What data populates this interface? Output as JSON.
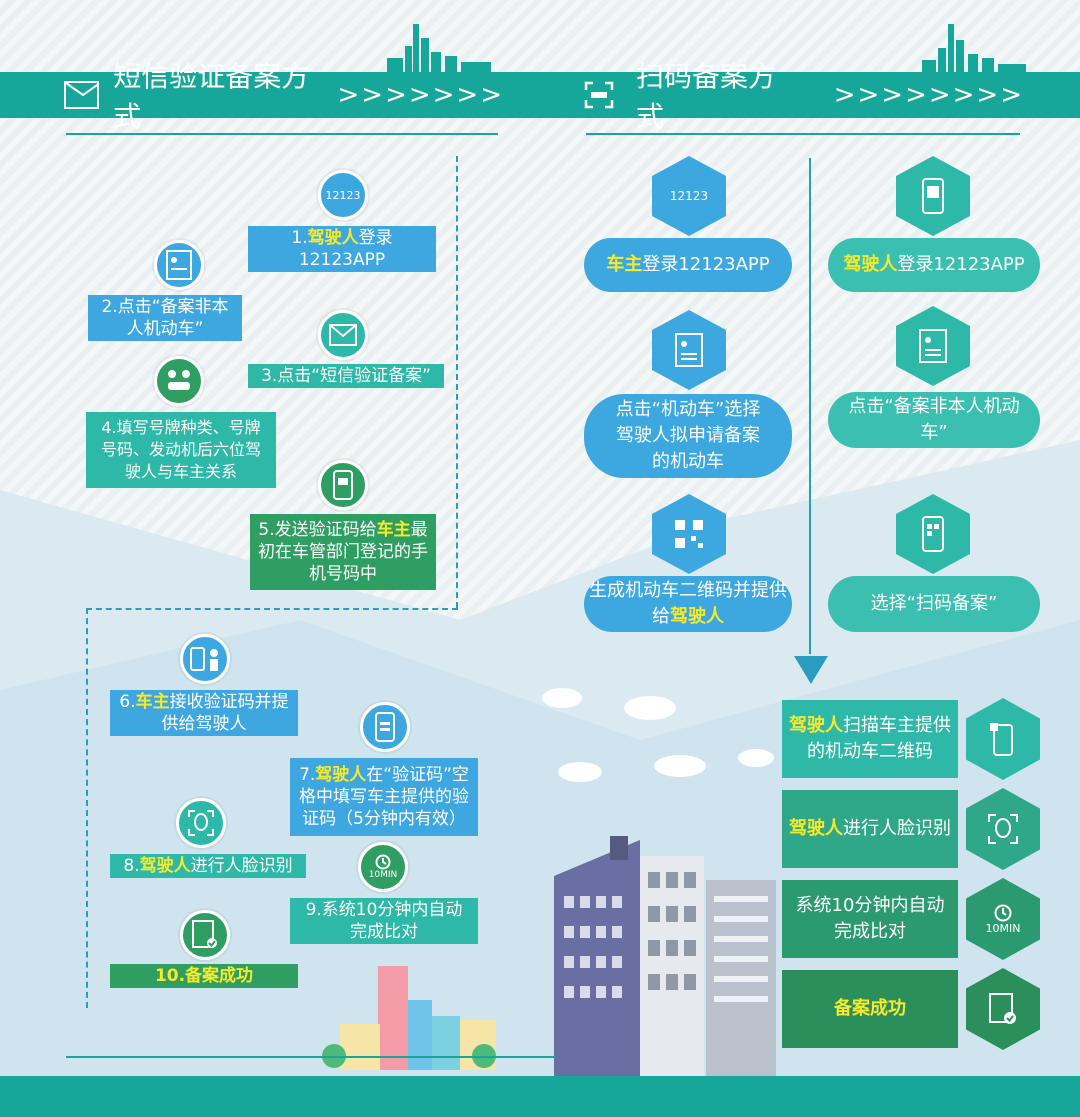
{
  "left": {
    "title": "短信验证备案方式",
    "chevrons": ">>>>>>>",
    "steps": [
      {
        "pre": "1.",
        "hl": "驾驶人",
        "post": "登录12123APP"
      },
      {
        "pre": "2.点击“备案非本人机动车”",
        "hl": "",
        "post": ""
      },
      {
        "pre": "3.点击“短信验证备案”",
        "hl": "",
        "post": ""
      },
      {
        "pre": "4.填写号牌种类、号牌号码、发动机后六位驾驶人与车主关系",
        "hl": "",
        "post": ""
      },
      {
        "pre": "5.发送验证码给",
        "hl": "车主",
        "post": "最初在车管部门登记的手机号码中"
      },
      {
        "pre": "6.",
        "hl": "车主",
        "post": "接收验证码并提供给驾驶人"
      },
      {
        "pre": "7.",
        "hl": "驾驶人",
        "post": "在“验证码”空格中填写车主提供的验证码（5分钟内有效）"
      },
      {
        "pre": "8.",
        "hl": "驾驶人",
        "post": "进行人脸识别"
      },
      {
        "pre": "9.系统10分钟内自动完成比对",
        "hl": "",
        "post": ""
      },
      {
        "pre": "",
        "hl": "10.备案成功",
        "post": ""
      }
    ],
    "icon_12123": "12123",
    "icon_10min": "10MIN"
  },
  "right": {
    "title": "扫码备案方式",
    "chevrons": ">>>>>>>>",
    "owner_col": [
      {
        "pre": "",
        "hl": "车主",
        "post": "登录12123APP"
      },
      {
        "pre": "点击“机动车”选择驾驶人拟申请备案的机动车",
        "hl": "",
        "post": ""
      },
      {
        "pre": "生成机动车二维码并提供给",
        "hl": "驾驶人",
        "post": ""
      }
    ],
    "driver_col": [
      {
        "pre": "",
        "hl": "驾驶人",
        "post": "登录12123APP"
      },
      {
        "pre": "点击“备案非本人机动车”",
        "hl": "",
        "post": ""
      },
      {
        "pre": "选择“扫码备案”",
        "hl": "",
        "post": ""
      }
    ],
    "final": [
      {
        "pre": "",
        "hl": "驾驶人",
        "post": "扫描车主提供的机动车二维码"
      },
      {
        "pre": "",
        "hl": "驾驶人",
        "post": "进行人脸识别"
      },
      {
        "pre": "系统10分钟内自动完成比对",
        "hl": "",
        "post": ""
      },
      {
        "pre": "",
        "hl": "备案成功",
        "post": ""
      }
    ],
    "icon_12123": "12123",
    "icon_10min": "10MIN"
  }
}
